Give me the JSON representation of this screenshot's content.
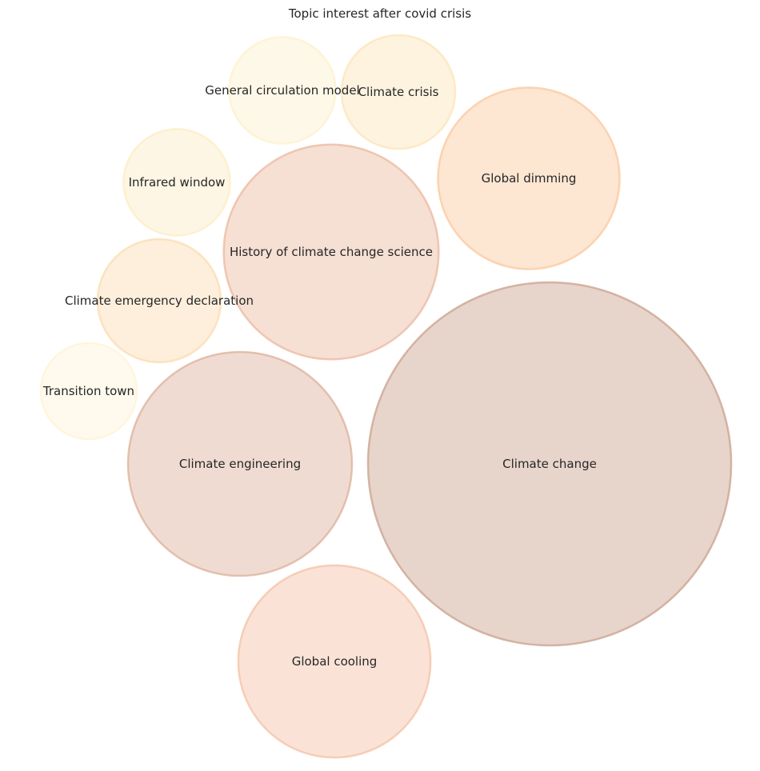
{
  "chart_data": {
    "type": "bubble",
    "title": "Topic interest after covid crisis",
    "grid": false,
    "legend": "none",
    "bubbles": [
      {
        "label": "Climate change",
        "value": 100,
        "color": "#c9a08c"
      },
      {
        "label": "History of climate change science",
        "value": 35,
        "color": "#ebb89e"
      },
      {
        "label": "Climate engineering",
        "value": 38,
        "color": "#dcb098"
      },
      {
        "label": "Global dimming",
        "value": 25,
        "color": "#fbc89c"
      },
      {
        "label": "Global cooling",
        "value": 28,
        "color": "#f4c2a4"
      },
      {
        "label": "Climate emergency declaration",
        "value": 11.5,
        "color": "#fbdcb0"
      },
      {
        "label": "Climate crisis",
        "value": 9.8,
        "color": "#fce4b8"
      },
      {
        "label": "General circulation model",
        "value": 8.6,
        "color": "#fdf0cc"
      },
      {
        "label": "Infrared window",
        "value": 8.6,
        "color": "#fdecc4"
      },
      {
        "label": "Transition town",
        "value": 7,
        "color": "#fff3d6"
      }
    ]
  }
}
